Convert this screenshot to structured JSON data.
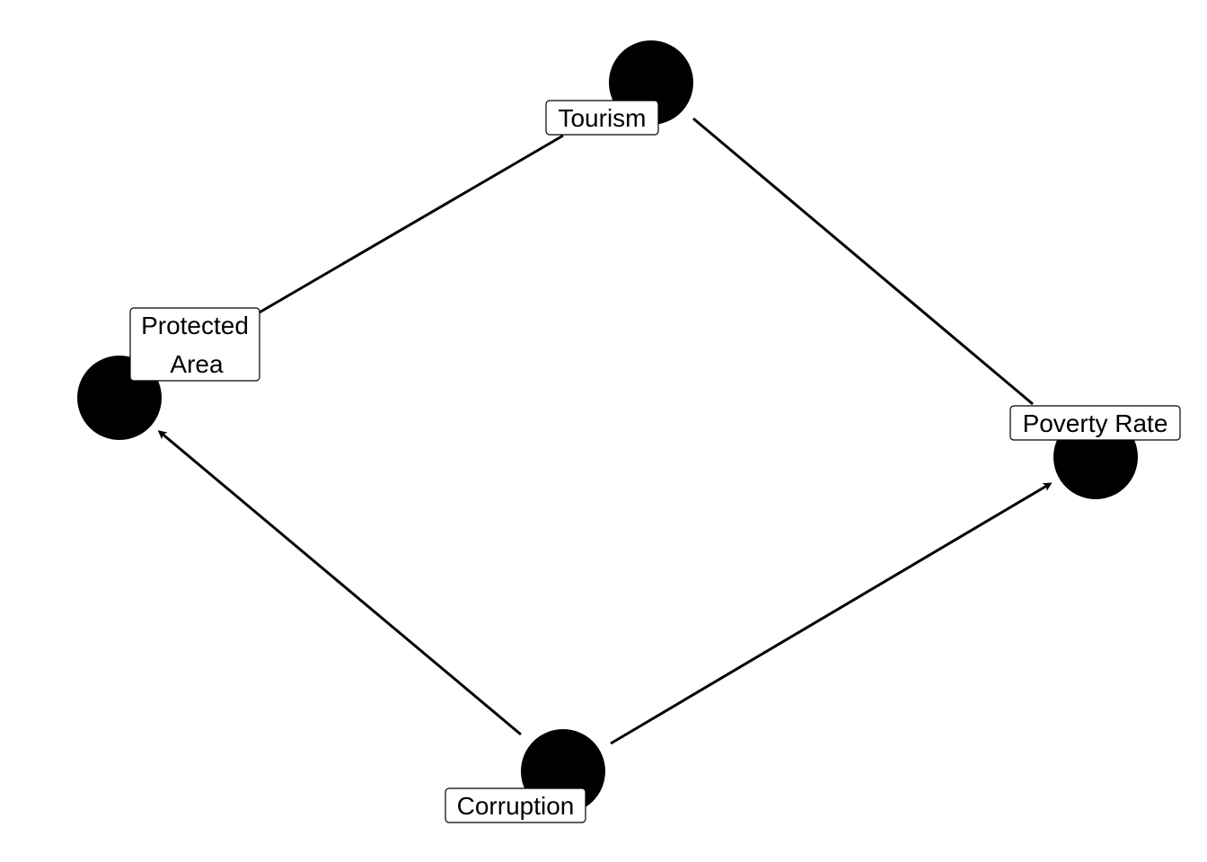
{
  "nodes": [
    {
      "id": "tourism",
      "label": "Tourism"
    },
    {
      "id": "protected_area",
      "label": "Protected Area",
      "label_lines": [
        "Protected",
        "Area"
      ]
    },
    {
      "id": "poverty_rate",
      "label": "Poverty Rate"
    },
    {
      "id": "corruption",
      "label": "Corruption"
    }
  ],
  "edges": [
    {
      "from": "tourism",
      "to": "protected_area",
      "directed": false
    },
    {
      "from": "tourism",
      "to": "poverty_rate",
      "directed": false
    },
    {
      "from": "corruption",
      "to": "protected_area",
      "directed": true
    },
    {
      "from": "corruption",
      "to": "poverty_rate",
      "directed": true
    }
  ],
  "colors": {
    "node": "#000000",
    "edge": "#000000",
    "label_background": "#ffffff",
    "background": "#ffffff"
  }
}
